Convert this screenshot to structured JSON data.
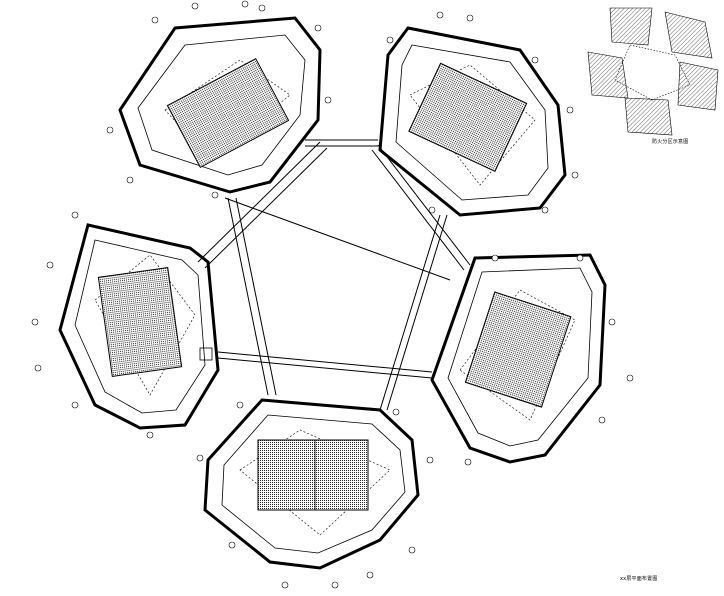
{
  "drawing": {
    "key_plan_title": "防火分区示意图",
    "plan_title": "xx层平面布置图",
    "colors": {
      "line": "#000000",
      "paper": "#ffffff",
      "hatch": "#444444"
    }
  },
  "towers": [
    {
      "id": "tower-nw"
    },
    {
      "id": "tower-ne"
    },
    {
      "id": "tower-w"
    },
    {
      "id": "tower-e"
    },
    {
      "id": "tower-s"
    }
  ]
}
